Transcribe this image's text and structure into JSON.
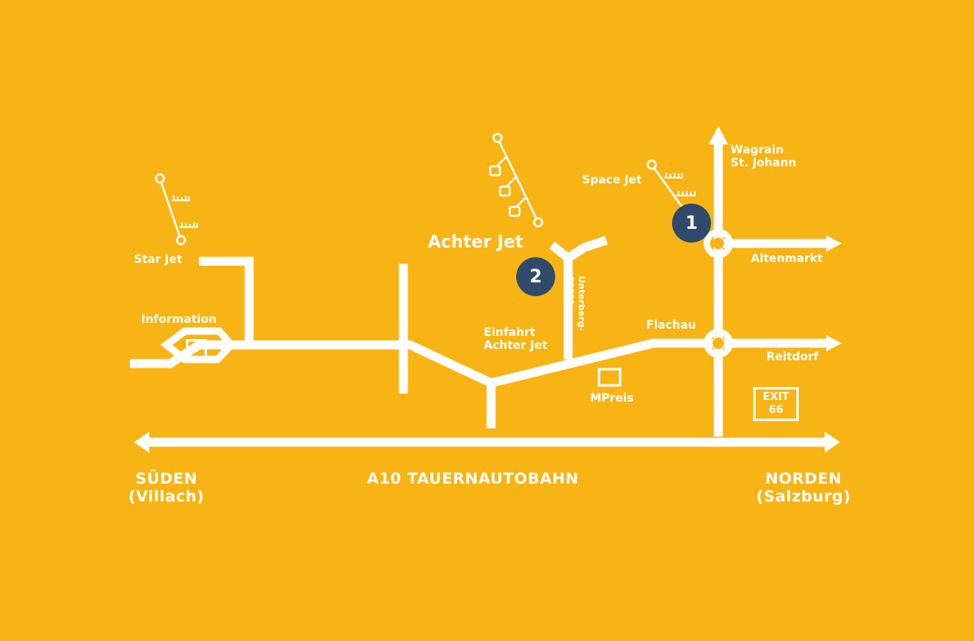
{
  "map": {
    "colors": {
      "background": "#F8B314",
      "roads": "#ffffff",
      "marker": "#2F4A6B"
    },
    "highway": {
      "name": "A10 TAUERNAUTOBAHN"
    },
    "directions": {
      "south": {
        "label": "SÜDEN",
        "sub": "(Villach)"
      },
      "north": {
        "label": "NORDEN",
        "sub": "(Salzburg)"
      }
    },
    "places": {
      "star_jet": "Star Jet",
      "information": "Information",
      "information_icon": "i",
      "achter_jet": "Achter Jet",
      "einfahrt_line1": "Einfahrt",
      "einfahrt_line2": "Achter Jet",
      "unterberg_line1": "Unterberg-",
      "unterberg_line2": "gasse",
      "mpreis": "MPreis",
      "flachau": "Flachau",
      "space_jet": "Space Jet",
      "wagrain": "Wagrain",
      "st_johann": "St. Johann",
      "altenmarkt": "Altenmarkt",
      "reitdorf": "Reitdorf"
    },
    "markers": [
      {
        "number": "1"
      },
      {
        "number": "2"
      }
    ],
    "exit_sign": {
      "line1": "EXIT",
      "line2": "66"
    },
    "icons": [
      "lift-icon",
      "gondola-icon",
      "info-icon",
      "arrow-icon",
      "roundabout-icon",
      "store-icon"
    ]
  }
}
